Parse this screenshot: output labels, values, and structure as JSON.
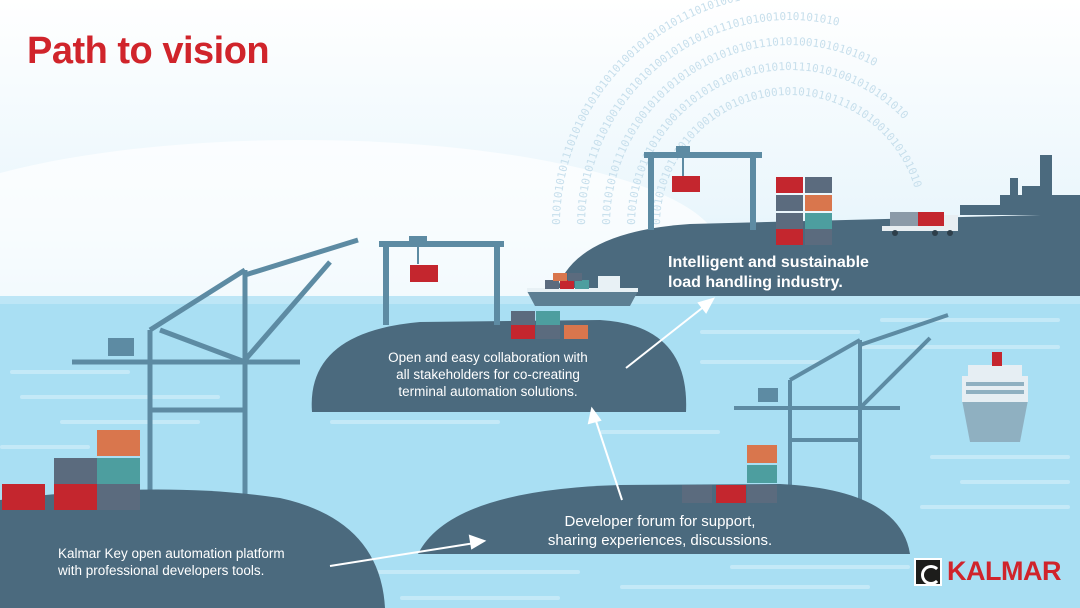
{
  "title": "Path to vision",
  "captions": {
    "platform": "Kalmar Key open automation platform\nwith professional developers tools.",
    "forum": "Developer forum for support,\nsharing experiences, discussions.",
    "collaboration": "Open and easy collaboration with\nall stakeholders for co-creating\nterminal automation solutions.",
    "vision": "Intelligent and sustainable\nload handling industry."
  },
  "binary_text": "0101010101110101001010101010",
  "brand": {
    "name": "KALMAR",
    "icon": "kalmar-logo-icon"
  },
  "colors": {
    "title_red": "#d0242b",
    "island": "#4b6a7e",
    "sea": "#a9dff3",
    "crane": "#5d8ba3",
    "container_red": "#c4262e",
    "container_orange": "#d9764d",
    "container_teal": "#4d9e9f",
    "container_slate": "#5b6b7e"
  }
}
